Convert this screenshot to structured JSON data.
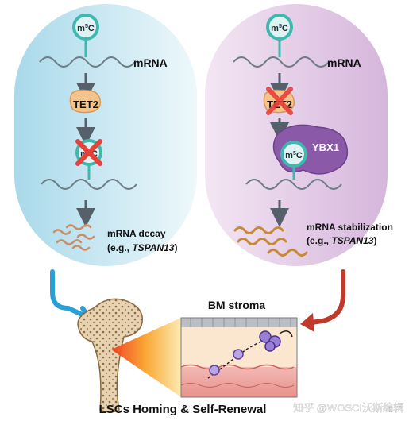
{
  "left_panel": {
    "m5c_label": "m",
    "m5c_sup": "5",
    "m5c_tail": "C",
    "mrna_label": "mRNA",
    "enzyme_label": "TET2",
    "outcome_label": "mRNA decay",
    "example_prefix": "(e.g., ",
    "example_gene": "TSPAN13",
    "example_suffix": ")"
  },
  "right_panel": {
    "m5c_label": "m",
    "m5c_sup": "5",
    "m5c_tail": "C",
    "mrna_label": "mRNA",
    "enzyme_label": "TET2",
    "reader_label": "YBX1",
    "outcome_label": "mRNA stabilization",
    "example_prefix": "(e.g., ",
    "example_gene": "TSPAN13",
    "example_suffix": ")"
  },
  "bottom": {
    "stroma_label": "BM stroma",
    "caption": "LSCs Homing & Self-Renewal",
    "watermark": "知乎 @WOSCI沃斯编辑"
  },
  "colors": {
    "left_panel": "#cfe9f3",
    "right_panel": "#e9d6ec",
    "teal": "#3fb8b0",
    "inhibit_arrow": "#2a9fd6",
    "promote_arrow": "#c0392b",
    "enzyme": "#f4c48e",
    "reader": "#8a5aa8",
    "cross": "#e8413a"
  }
}
